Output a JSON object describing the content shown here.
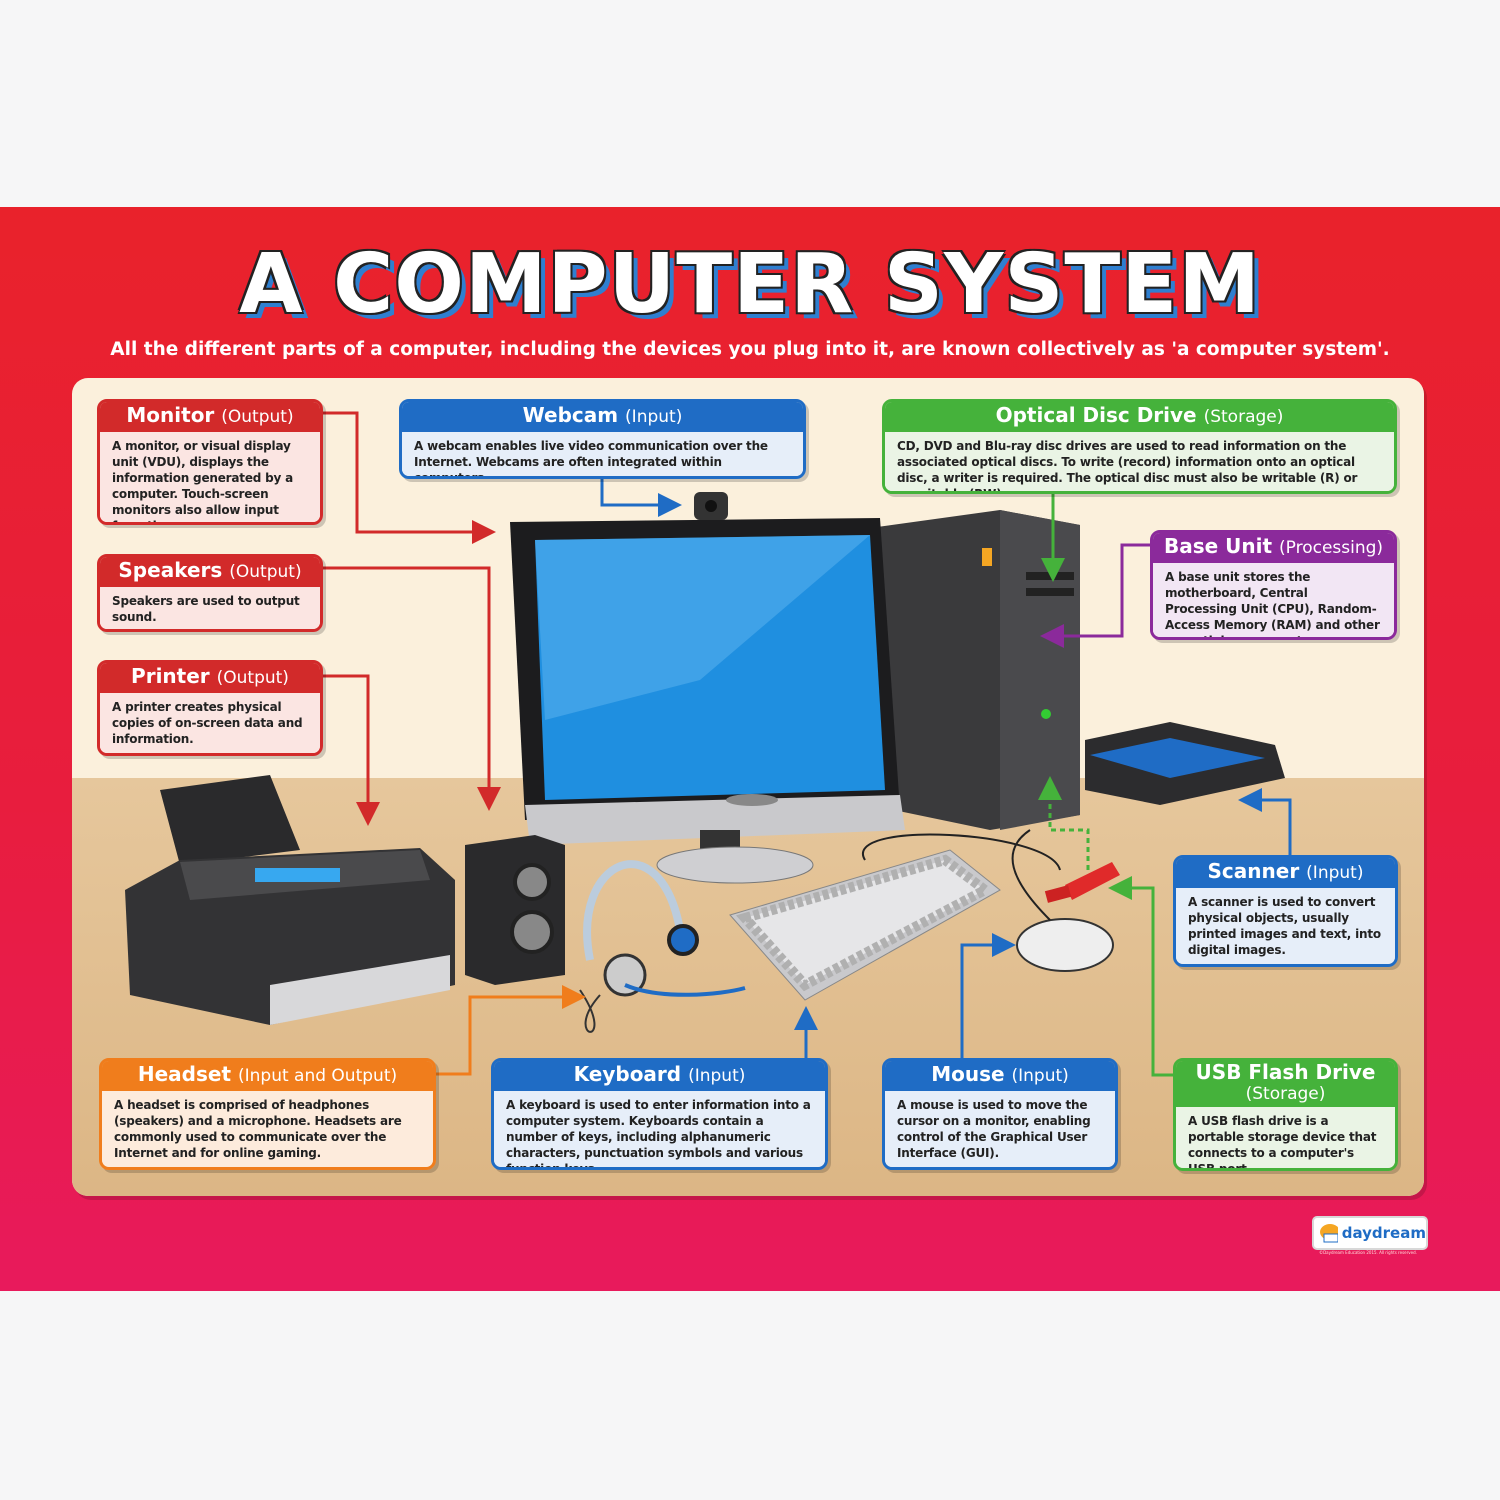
{
  "title": "A COMPUTER SYSTEM",
  "subtitle": "All the different parts of a computer, including the devices you plug into it, are known collectively as 'a computer system'.",
  "colors": {
    "poster_red": "#e9222b",
    "panel": "#fbf0dc",
    "output": "#d22a2a",
    "input": "#1f6cc5",
    "storage": "#45b23b",
    "processing": "#8b2a9b",
    "input_output": "#f07d1c"
  },
  "boxes": {
    "monitor": {
      "name": "Monitor",
      "type": "(Output)",
      "text": "A monitor, or visual display unit (VDU), displays the information generated by a computer. Touch-screen monitors also allow input from the user."
    },
    "speakers": {
      "name": "Speakers",
      "type": "(Output)",
      "text": "Speakers are used to output sound."
    },
    "printer": {
      "name": "Printer",
      "type": "(Output)",
      "text": "A printer creates physical copies of on-screen data and information."
    },
    "webcam": {
      "name": "Webcam",
      "type": "(Input)",
      "text": "A webcam enables live video communication over the Internet. Webcams are often integrated within computers."
    },
    "optical": {
      "name": "Optical Disc Drive",
      "type": "(Storage)",
      "text": "CD, DVD and Blu-ray disc drives are used to read information on the associated optical discs. To write (record) information onto an optical disc, a writer is required. The optical disc must also be writable (R) or rewritable (RW)."
    },
    "base_unit": {
      "name": "Base Unit",
      "type": "(Processing)",
      "text": "A base unit stores the motherboard, Central Processing Unit (CPU), Random-Access Memory (RAM) and other essential components."
    },
    "scanner": {
      "name": "Scanner",
      "type": "(Input)",
      "text": "A scanner is used to convert physical objects, usually printed images and text, into digital images."
    },
    "usb": {
      "name": "USB Flash Drive",
      "type": "(Storage)",
      "text": "A USB flash drive is a portable storage device that connects to a computer's USB port."
    },
    "headset": {
      "name": "Headset",
      "type": "(Input and Output)",
      "text": "A headset is comprised of headphones (speakers) and a microphone. Headsets are commonly used to communicate over the Internet and for online gaming."
    },
    "keyboard": {
      "name": "Keyboard",
      "type": "(Input)",
      "text": "A keyboard is used to enter information into a computer system. Keyboards contain a number of keys, including alphanumeric characters, punctuation symbols and various function keys."
    },
    "mouse": {
      "name": "Mouse",
      "type": "(Input)",
      "text": "A mouse is used to move the cursor on a monitor, enabling control of the Graphical User Interface (GUI)."
    }
  },
  "logo": {
    "text": "daydream",
    "copyright": "©Daydream Education 2015. All rights reserved."
  }
}
